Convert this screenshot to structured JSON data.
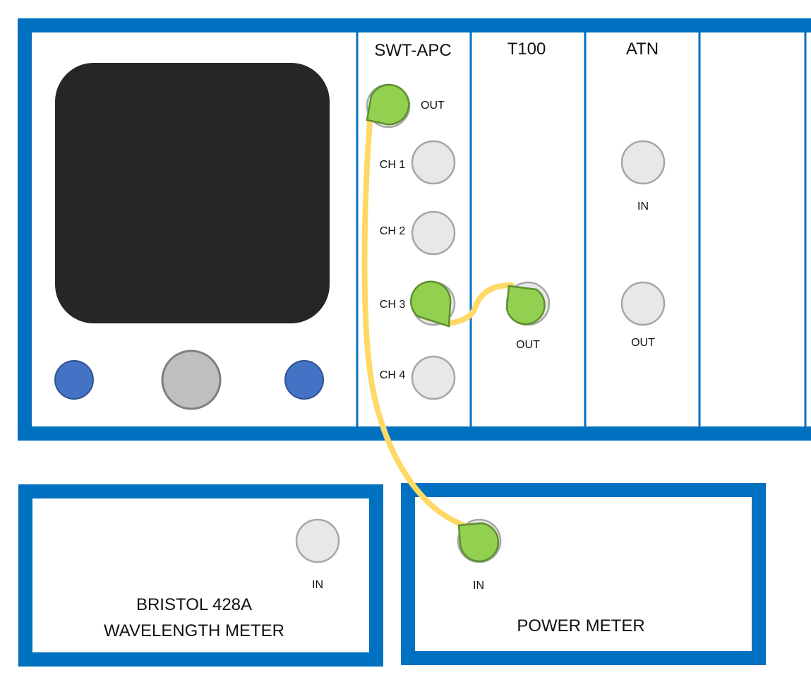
{
  "chassis": {
    "modules": [
      {
        "title": "SWT-APC",
        "ports": [
          "OUT",
          "CH 1",
          "CH 2",
          "CH 3",
          "CH 4"
        ]
      },
      {
        "title": "T100",
        "ports": [
          "OUT"
        ]
      },
      {
        "title": "ATN",
        "ports": [
          "IN",
          "OUT"
        ]
      },
      {
        "title": ""
      }
    ]
  },
  "wavelength_meter": {
    "title_line1": "BRISTOL 428A",
    "title_line2": "WAVELENGTH METER",
    "port_label": "IN"
  },
  "power_meter": {
    "title": "POWER METER",
    "port_label": "IN"
  },
  "colors": {
    "frame": "#0070C0",
    "screen": "#262626",
    "knob": "#BFBFBF",
    "button": "#4472C4",
    "port": "#E8E8E8",
    "connector": "#92D050",
    "cable": "#FFD966"
  },
  "connections": [
    {
      "from": "SWT-APC OUT",
      "to": "POWER METER IN"
    },
    {
      "from": "SWT-APC CH 3",
      "to": "T100 OUT"
    }
  ]
}
